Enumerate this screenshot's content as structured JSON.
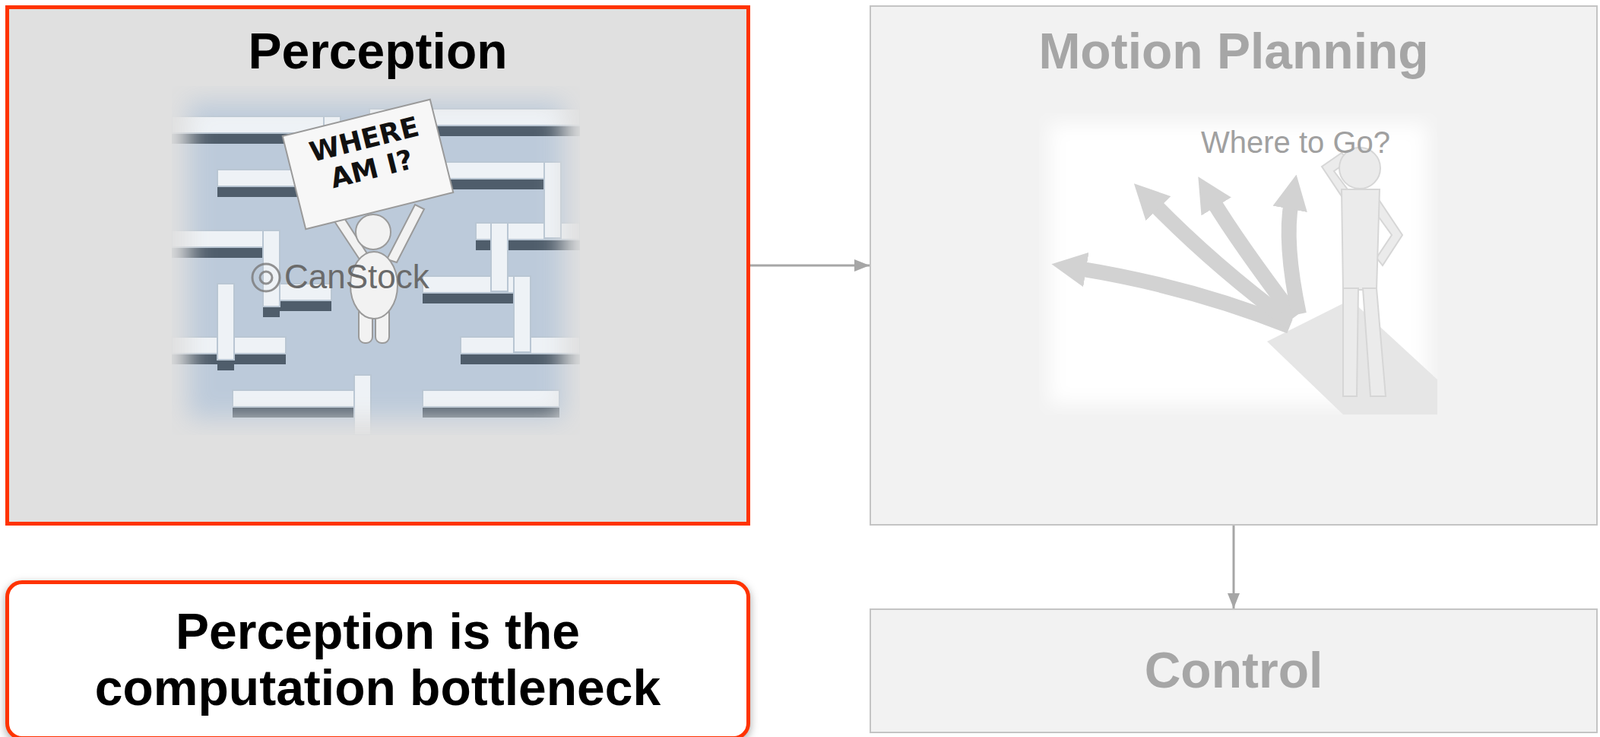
{
  "diagram": {
    "nodes": [
      {
        "text": [
          "Perception"
        ]
      },
      {
        "text": [
          "Motion Planning"
        ]
      },
      {
        "text": [
          "Perception is the computation bottleneck"
        ]
      },
      {
        "text": [
          "Control"
        ]
      }
    ],
    "edges": [
      {
        "from": 0,
        "to": 1,
        "arrow": "to"
      },
      {
        "from": 1,
        "to": 3,
        "arrow": "to"
      }
    ],
    "labels": [
      "WHERE AM I?",
      "CanStock",
      "Where to Go?"
    ]
  }
}
